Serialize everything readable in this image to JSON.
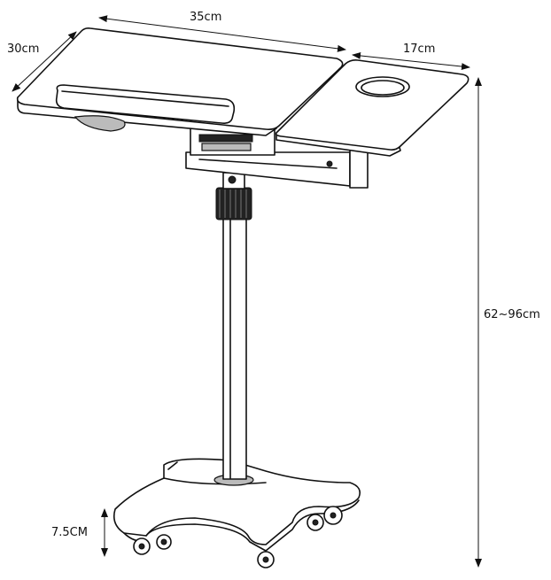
{
  "dimensions": {
    "width": "35cm",
    "depth": "30cm",
    "side_tray": "17cm",
    "height_range": "62~96cm",
    "base_height": "7.5CM"
  },
  "colors": {
    "line": "#111111",
    "background": "#ffffff"
  }
}
